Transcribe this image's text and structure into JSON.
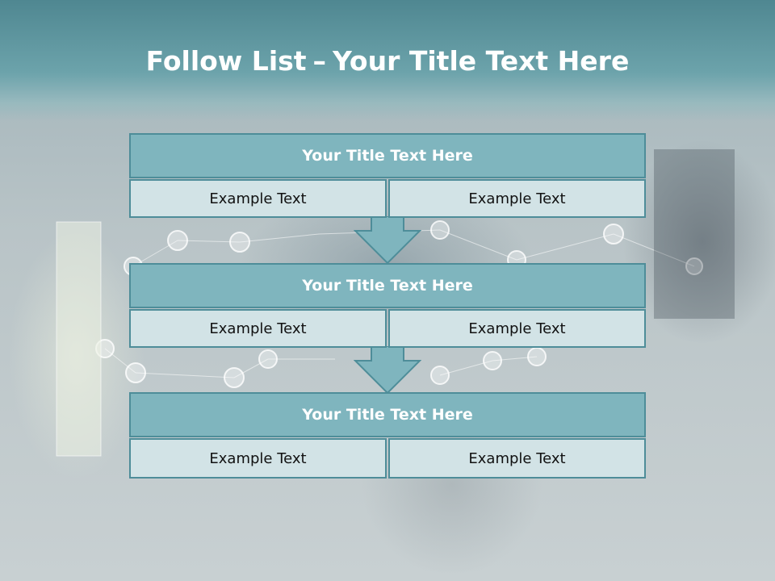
{
  "slide": {
    "title_bold": "Follow List",
    "title_separator": "–",
    "title_rest": "Your Title Text Here"
  },
  "blocks": [
    {
      "title": "Your Title Text Here",
      "cells": [
        "Example Text",
        "Example Text"
      ]
    },
    {
      "title": "Your Title Text Here",
      "cells": [
        "Example Text",
        "Example Text"
      ]
    },
    {
      "title": "Your Title Text Here",
      "cells": [
        "Example Text",
        "Example Text"
      ]
    }
  ],
  "colors": {
    "header_band": "#5f98a1",
    "block_title_fill": "#7fb5be",
    "block_border": "#4e8d99",
    "cell_fill": "#d2e3e6",
    "arrow_fill": "#7fb5be"
  }
}
